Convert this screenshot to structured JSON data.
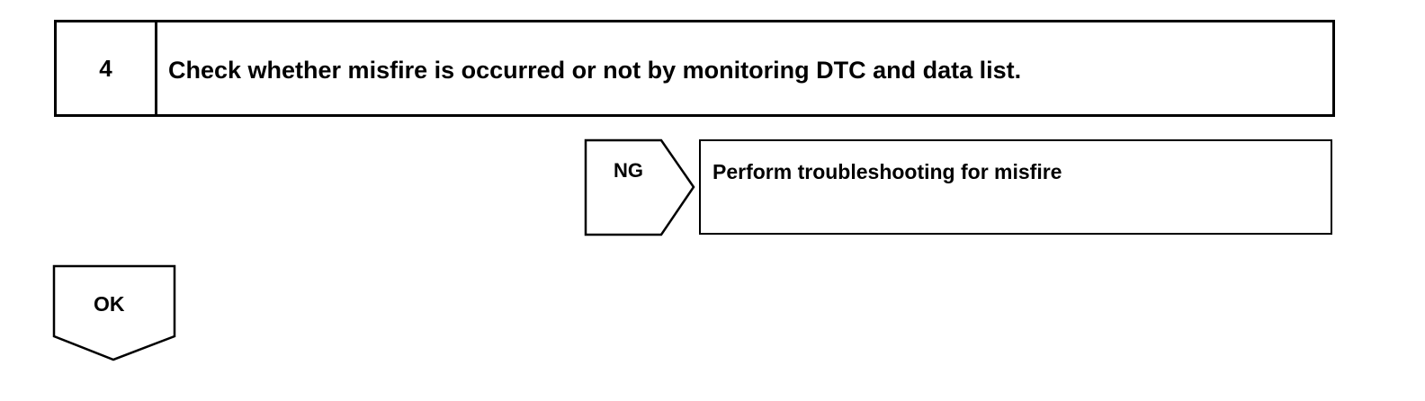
{
  "step": {
    "number": "4",
    "title": "Check whether misfire is occurred or not by monitoring DTC and data list."
  },
  "ng_branch": {
    "label": "NG",
    "action": "Perform troubleshooting for misfire"
  },
  "ok_branch": {
    "label": "OK"
  }
}
